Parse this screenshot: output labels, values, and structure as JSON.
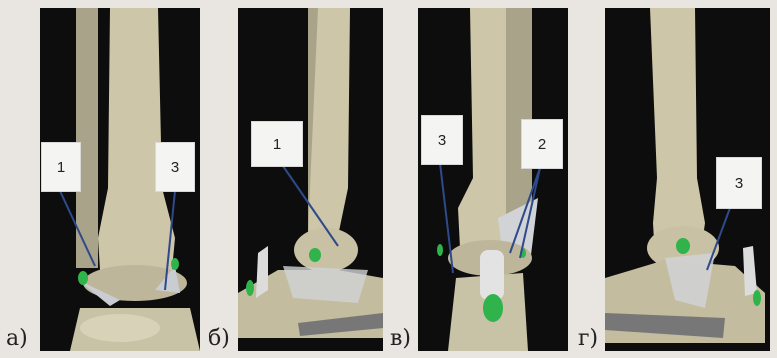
{
  "panels": [
    {
      "letter": "а)",
      "labels": [
        "1",
        "3"
      ]
    },
    {
      "letter": "б)",
      "labels": [
        "1"
      ]
    },
    {
      "letter": "в)",
      "labels": [
        "3",
        "2"
      ]
    },
    {
      "letter": "г)",
      "labels": [
        "3"
      ]
    }
  ],
  "colors": {
    "bone": "#cdc6a8",
    "bone_shadow": "#8f8a6f",
    "background": "#0d0d0d",
    "ligament": "#c9ccd0",
    "marker_green": "#2fb34a",
    "leader_line": "#2e4a8a"
  }
}
